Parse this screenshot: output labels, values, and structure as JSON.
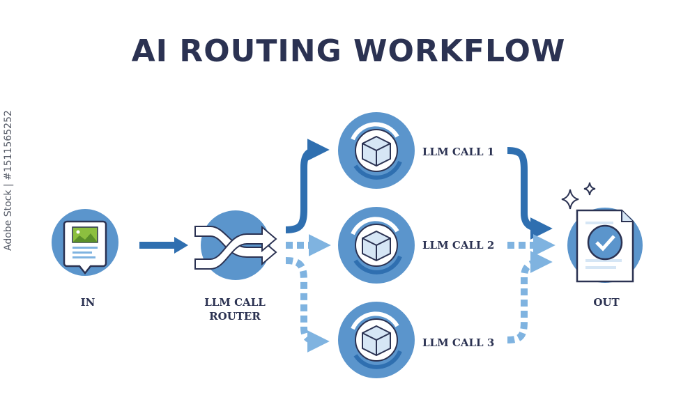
{
  "title": "AI ROUTING WORKFLOW",
  "nodes": {
    "in": "IN",
    "router_line1": "LLM CALL",
    "router_line2": "ROUTER",
    "call1": "LLM CALL 1",
    "call2": "LLM CALL 2",
    "call3": "LLM CALL 3",
    "out": "OUT"
  },
  "watermark": "Adobe Stock | #1511565252",
  "colors": {
    "navy": "#2b3252",
    "circle": "#5b95cc",
    "dark_blue": "#2f6fb0",
    "light_blue": "#7fb3e0",
    "pale_blue": "#d6e6f5",
    "image_green": "#8cbf3f"
  }
}
